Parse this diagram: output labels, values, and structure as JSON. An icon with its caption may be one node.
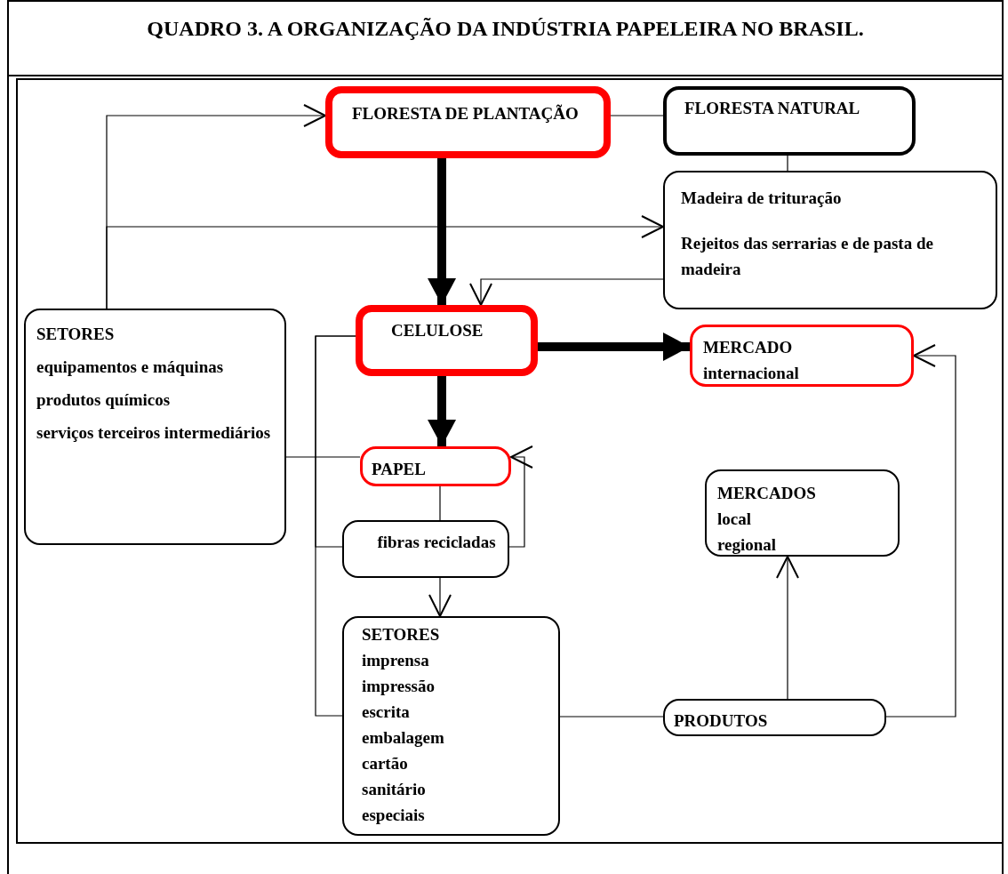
{
  "diagram": {
    "title": "QUADRO 3. A ORGANIZAÇÃO DA INDÚSTRIA PAPELEIRA NO BRASIL.",
    "nodes": [
      {
        "text": [
          "FLORESTA DE PLANTAÇÃO"
        ]
      },
      {
        "text": [
          "FLORESTA NATURAL"
        ]
      },
      {
        "text": [
          "Madeira de trituração",
          "Rejeitos das serrarias e de pasta de madeira"
        ]
      },
      {
        "text": [
          "SETORES",
          "equipamentos e máquinas",
          "produtos químicos",
          "serviços terceiros intermediários"
        ]
      },
      {
        "text": [
          "CELULOSE"
        ]
      },
      {
        "text": [
          "MERCADO",
          "internacional"
        ]
      },
      {
        "text": [
          "PAPEL"
        ]
      },
      {
        "text": [
          "MERCADOS",
          "local",
          "regional"
        ]
      },
      {
        "text": [
          "fibras recicladas"
        ]
      },
      {
        "text": [
          "SETORES",
          "imprensa",
          "impressão",
          "escrita",
          "embalagem",
          "cartão",
          "sanitário",
          "especiais"
        ]
      },
      {
        "text": [
          "PRODUTOS"
        ]
      }
    ],
    "edges": [
      {
        "from": 3,
        "to": 0,
        "arrow": "to"
      },
      {
        "from": 3,
        "to": 2,
        "arrow": "to"
      },
      {
        "from": 0,
        "to": 4,
        "arrow": "to",
        "style": "thick"
      },
      {
        "from": 0,
        "to": 1,
        "arrow": "none"
      },
      {
        "from": 1,
        "to": 2,
        "arrow": "none"
      },
      {
        "from": 2,
        "to": 4,
        "arrow": "to"
      },
      {
        "from": 4,
        "to": 5,
        "arrow": "to",
        "style": "thick"
      },
      {
        "from": 4,
        "to": 6,
        "arrow": "to",
        "style": "thick"
      },
      {
        "from": 3,
        "to": 6,
        "arrow": "none"
      },
      {
        "from": 4,
        "to": 8,
        "arrow": "none"
      },
      {
        "from": 4,
        "to": 9,
        "arrow": "none"
      },
      {
        "from": 6,
        "to": 8,
        "arrow": "none"
      },
      {
        "from": 8,
        "to": 6,
        "arrow": "to"
      },
      {
        "from": 8,
        "to": 9,
        "arrow": "to"
      },
      {
        "from": 9,
        "to": 10,
        "arrow": "none"
      },
      {
        "from": 10,
        "to": 7,
        "arrow": "to"
      },
      {
        "from": 10,
        "to": 5,
        "arrow": "to"
      }
    ]
  }
}
